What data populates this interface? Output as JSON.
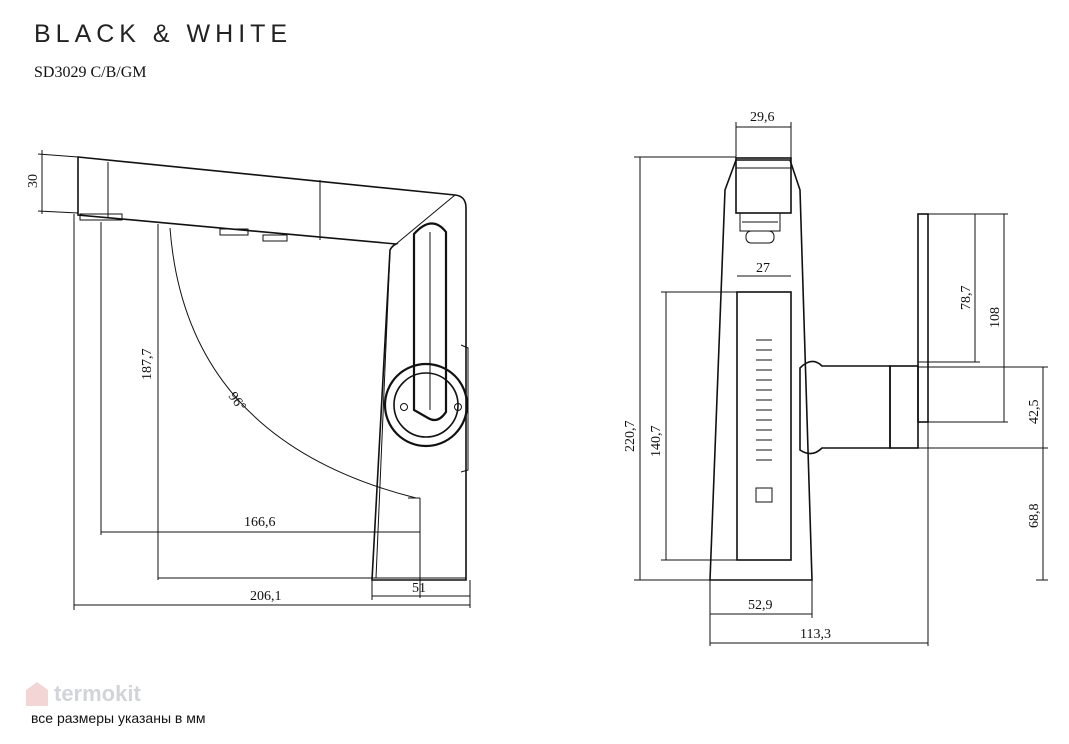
{
  "header": {
    "brand": "BLACK & WHITE",
    "model": "SD3029 C/B/GM"
  },
  "footer": {
    "note": "все размеры указаны в мм"
  },
  "watermark": {
    "text": "termokit",
    "icon": "house-logo-icon"
  },
  "dimensions": {
    "spout_thickness": "30",
    "spout_height": "187,7",
    "swivel_angle": "96°",
    "reach_inner": "166,6",
    "reach_total": "206,1",
    "base_depth": "51",
    "head_width": "29,6",
    "panel_width": "27",
    "total_height": "220,7",
    "panel_height": "140,7",
    "base_width": "52,9",
    "total_depth": "113,3",
    "handle_lever": "78,7",
    "handle_total": "108",
    "handle_mount": "42,5",
    "handle_axis_height": "68,8"
  },
  "colors": {
    "line": "#111111",
    "watermark": "#9aa3ad",
    "watermark_logo": "#e7a3a3"
  }
}
